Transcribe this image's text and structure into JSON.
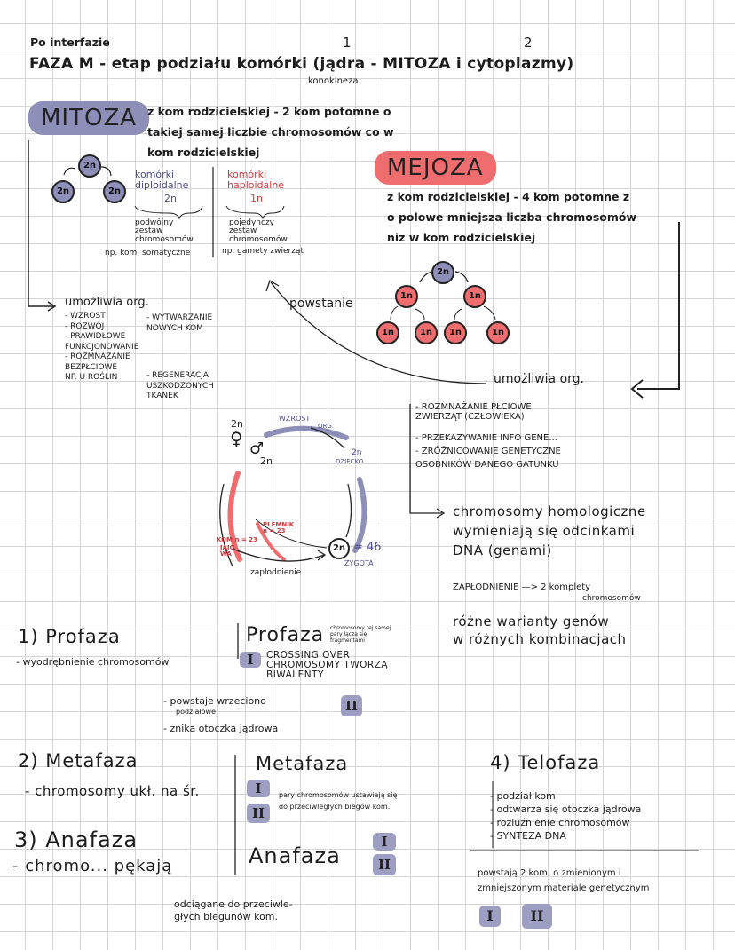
{
  "header": {
    "subtitle": "Po interfazie",
    "num1": "1",
    "num2": "2",
    "title": "FAZA M - etap podziału komórki (jądra - MITOZA i cytoplazmy)",
    "konokineza": "konokineza"
  },
  "mitoza": {
    "badge": "MITOZA",
    "desc": [
      "z kom rodzicielskiej - 2 kom potomne o",
      "takiej samej liczbie chromosomów co w",
      "kom rodzicielskiej"
    ],
    "cells": [
      "2n",
      "2n",
      "2n"
    ],
    "diploid": {
      "title": [
        "komórki",
        "diploidalne"
      ],
      "value": "2n",
      "note": [
        "podwójny",
        "zestaw",
        "chromosomów"
      ],
      "example": "np. kom. somatyczne"
    },
    "haploid": {
      "title": [
        "komórki",
        "haploidalne"
      ],
      "value": "1n",
      "note": [
        "pojedynczy",
        "zestaw",
        "chromosomów"
      ],
      "example": "np. gamety zwierząt"
    },
    "enables_title": "umożliwia org.",
    "enables": [
      "- WZROST",
      "- ROZWÓJ",
      "- PRAWIDŁOWE",
      "FUNKCJONOWANIE",
      "- ROZMNAŻANIE",
      "BEZPŁCIOWE",
      "NP. U ROŚLIN"
    ],
    "enables2": [
      "- WYTWARZANIE",
      "NOWYCH KOM",
      "- REGENERACJA",
      "USZKODZONYCH",
      "TKANEK"
    ]
  },
  "mejoza": {
    "badge": "MEJOZA",
    "desc": [
      "z kom rodzicielskiej - 4 kom potomne z",
      "o polowe mniejsza liczba chromosomów",
      "niz w kom rodzicielskiej"
    ],
    "parent": "2n",
    "mid": [
      "1n",
      "1n"
    ],
    "children": [
      "1n",
      "1n",
      "1n",
      "1n"
    ],
    "powstanie": "powstanie",
    "enables_title": "umożliwia org.",
    "enables": [
      "- ROZMNAŻANIE PŁCIOWE",
      "ZWIERZĄT (CZŁOWIEKA)",
      "- PRZEKAZYWANIE INFO GENE...",
      "- ZRÓŻNICOWANIE GENETYCZNE",
      "OSOBNIKÓW DANEGO GATUNKU"
    ],
    "homolog": [
      "chromosomy homologiczne",
      "wymieniają się odcinkami",
      "DNA (genami)"
    ],
    "zaplodnienie": "ZAPŁODNIENIE —> 2 komplety",
    "chromosomow": "chromosomów",
    "warianty": [
      "różne warianty genów",
      "w różnych kombinacjach"
    ]
  },
  "cycle": {
    "female_2n": "2n",
    "female": "♀",
    "male": "♂",
    "male_2n": "2n",
    "wzrost": "WZROST",
    "org": "ORG.",
    "child_2n": "2n",
    "child": "DZIECKO",
    "plemnik": [
      "PLEMNIK",
      "n = 23"
    ],
    "kom": "KOM n = 23",
    "jajo": [
      "JAJO",
      "WA"
    ],
    "zygote_2n": "2n",
    "zygote_val": "= 46",
    "zygota": "ZYGOTA",
    "zaplodnienie": "zapłodnienie"
  },
  "phases": {
    "profaza_left": {
      "title": "1) Profaza",
      "note": "- wyodrębnienie chromosomów"
    },
    "profaza_right": {
      "title": "Profaza",
      "tiny": [
        "chromosomy tej samej",
        "pary łączą się",
        "fragmentami"
      ],
      "roman1": "I",
      "crossing": [
        "CROSSING OVER",
        "CHROMOSOMY TWORZĄ",
        "BIWALENTY"
      ],
      "roman2": "II",
      "wrzeciono": [
        "- powstaje wrzeciono",
        "podziałowe"
      ],
      "otoczka": "- znika otoczka jądrowa"
    },
    "metafaza_left": {
      "title": "2) Metafaza",
      "note": "- chromosomy ukł. na śr."
    },
    "metafaza_right": {
      "title": "Metafaza",
      "roman1": "I",
      "roman2": "II",
      "note": [
        "pary chromosomów ustawiają się",
        "do przeciwległych biegów kom."
      ]
    },
    "anafaza_left": {
      "title": "3) Anafaza",
      "note": "- chromo... pękają"
    },
    "anafaza_right": {
      "title": "Anafaza",
      "roman1": "I",
      "roman2": "II"
    },
    "telofaza": {
      "title": "4) Telofaza",
      "items": [
        "- podział kom",
        "- odtwarza się otoczka jądrowa",
        "- rozluźnienie chromosomów",
        "- SYNTEZA DNA"
      ]
    },
    "bottom_note": [
      "odciągane do przeciwle-",
      "głych biegunów kom."
    ],
    "final": [
      "powstają 2 kom. o zmienionym i",
      "zmniejszonym materiale genetycznym"
    ],
    "final_roman1": "I",
    "final_roman2": "II"
  },
  "colors": {
    "mitoza": "#8e8fb8",
    "mejoza": "#ef6d6f",
    "grid": "#d4d4d4",
    "blue_text": "#4a4b8f",
    "red_text": "#d6383d"
  }
}
